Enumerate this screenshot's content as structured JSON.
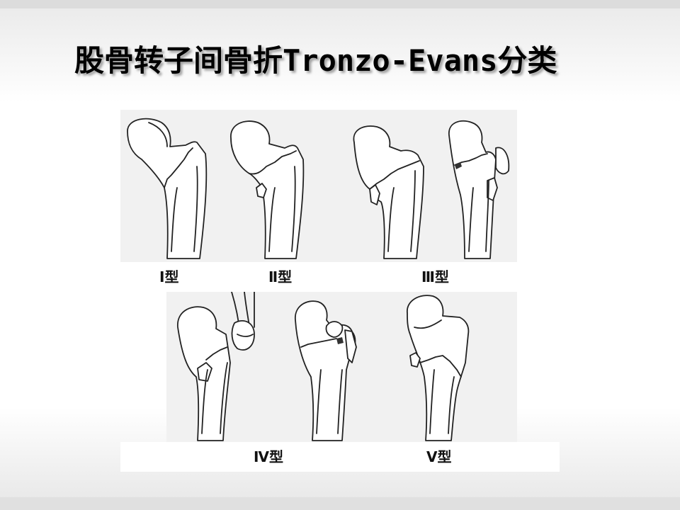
{
  "slide": {
    "title": "股骨转子间骨折Tronzo-Evans分类"
  },
  "labels": {
    "type1": "Ⅰ型",
    "type2": "Ⅱ型",
    "type3": "Ⅲ型",
    "type4": "Ⅳ型",
    "type5": "Ⅴ型"
  },
  "figures": [
    {
      "name": "femur-type-1"
    },
    {
      "name": "femur-type-2"
    },
    {
      "name": "femur-type-3a"
    },
    {
      "name": "femur-type-3b"
    },
    {
      "name": "femur-type-4a"
    },
    {
      "name": "femur-type-4b"
    },
    {
      "name": "femur-type-5"
    }
  ]
}
